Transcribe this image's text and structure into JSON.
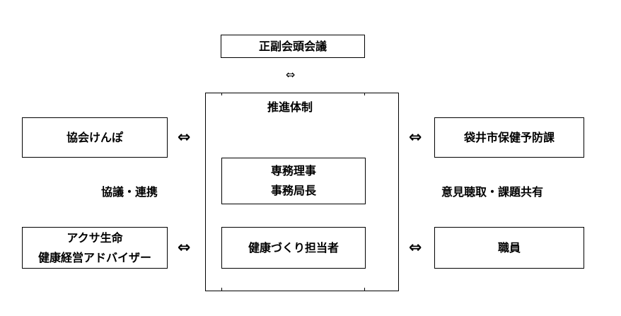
{
  "top_box": {
    "label": "正副会頭会議"
  },
  "main_box": {
    "title": "推進体制"
  },
  "inner_top": {
    "line1": "専務理事",
    "line2": "事務局長"
  },
  "inner_bottom": {
    "label": "健康づくり担当者"
  },
  "left_top": {
    "label": "協会けんぽ"
  },
  "left_bottom": {
    "line1": "アクサ生命",
    "line2": "健康経営アドバイザー"
  },
  "right_top": {
    "label": "袋井市保健予防課"
  },
  "right_bottom": {
    "label": "職員"
  },
  "left_relation": {
    "label": "協議・連携"
  },
  "right_relation": {
    "label": "意見聴取・課題共有"
  },
  "arrows": {
    "double": "⇔",
    "top_small": "⇔"
  }
}
